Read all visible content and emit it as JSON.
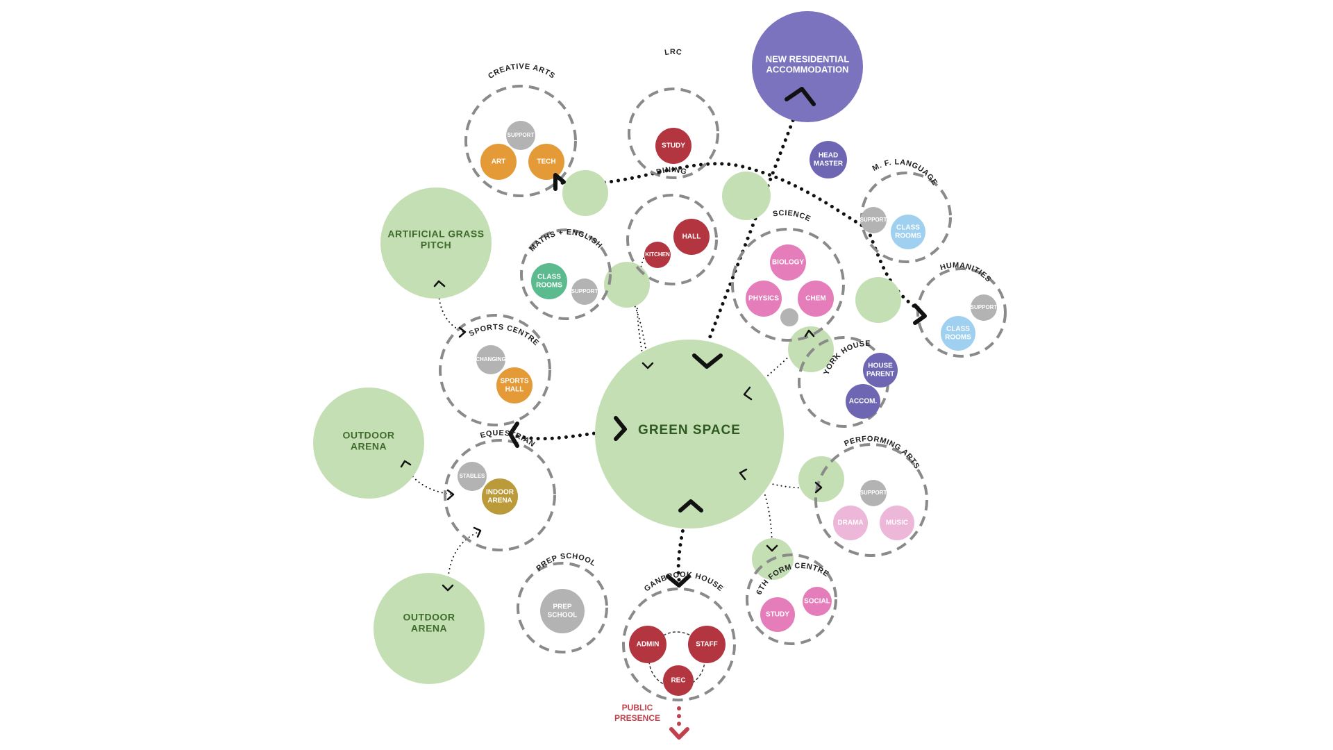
{
  "title": "",
  "colors": {
    "green": "#c3dfb3",
    "green_text": "#3f6b2c",
    "dashed": "#8a8a8a",
    "orange": "#e49a36",
    "grey": "#b3b3b3",
    "red": "#b2353f",
    "teal": "#5cba8f",
    "pink": "#e57dba",
    "light_pink": "#ecb7d8",
    "light_blue": "#9fd0ef",
    "purple": "#6e66b2",
    "big_purple": "#7b73bd",
    "olive": "#bb9a3a",
    "public_red": "#c0414c"
  },
  "hub": {
    "label": "GREEN SPACE"
  },
  "green_spaces": {
    "artificial_pitch": "ARTIFICIAL GRASS PITCH",
    "outdoor_arena_1": "OUTDOOR ARENA",
    "outdoor_arena_2": "OUTDOOR ARENA"
  },
  "residential": {
    "label": "NEW RESIDENTIAL ACCOMMODATION"
  },
  "headmaster": {
    "label": "HEAD MASTER"
  },
  "public_presence": {
    "label": "PUBLIC PRESENCE"
  },
  "groups": {
    "creative_arts": {
      "title": "CREATIVE ARTS",
      "nodes": [
        "SUPPORT",
        "ART",
        "TECH"
      ]
    },
    "lrc": {
      "title": "LRC",
      "nodes": [
        "STUDY"
      ]
    },
    "mf_language": {
      "title": "M. F. LANGUAGE",
      "nodes": [
        "SUPPORT",
        "CLASS ROOMS"
      ]
    },
    "dining": {
      "title": "DINING",
      "nodes": [
        "HALL",
        "KITCHEN"
      ]
    },
    "maths_english": {
      "title": "MATHS + ENGLISH",
      "nodes": [
        "CLASS ROOMS",
        "SUPPORT"
      ]
    },
    "science": {
      "title": "SCIENCE",
      "nodes": [
        "BIOLOGY",
        "PHYSICS",
        "CHEM"
      ]
    },
    "humanities": {
      "title": "HUMANITIES",
      "nodes": [
        "SUPPORT",
        "CLASS ROOMS"
      ]
    },
    "sports_centre": {
      "title": "SPORTS CENTRE",
      "nodes": [
        "CHANGING",
        "SPORTS HALL"
      ]
    },
    "york_house": {
      "title": "YORK HOUSE",
      "nodes": [
        "HOUSE PARENT",
        "ACCOM."
      ]
    },
    "equestrian": {
      "title": "EQUESTRIAN",
      "nodes": [
        "STABLES",
        "INDOOR ARENA"
      ]
    },
    "performing_arts": {
      "title": "PERFORMING ARTS",
      "nodes": [
        "SUPPORT",
        "DRAMA",
        "MUSIC"
      ]
    },
    "prep_school": {
      "title": "PREP SCHOOL",
      "nodes": [
        "PREP SCHOOL"
      ]
    },
    "sixth_form": {
      "title": "6TH FORM CENTRE",
      "nodes": [
        "STUDY",
        "SOCIAL"
      ]
    },
    "ganbrook_house": {
      "title": "GANBROOK HOUSE",
      "nodes": [
        "ADMIN",
        "STAFF",
        "REC"
      ]
    }
  }
}
